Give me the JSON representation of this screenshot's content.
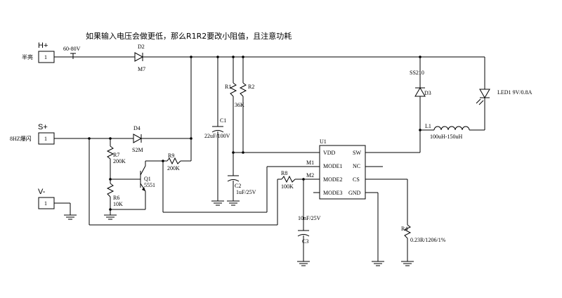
{
  "note": "如果输入电压会做更低，那么R1R2要改小阻值，且注意功耗",
  "connectors": {
    "hplus": {
      "label": "H+",
      "side_label": "半亮",
      "pin": "1"
    },
    "splus": {
      "label": "S+",
      "side_label": "8HZ爆闪",
      "pin": "1"
    },
    "vminus": {
      "label": "V-",
      "pin": "1"
    }
  },
  "input_voltage": "60-80V",
  "d2": {
    "ref": "D2",
    "part": "M7"
  },
  "d4": {
    "ref": "D4",
    "part": "S2M"
  },
  "r7": {
    "ref": "R7",
    "value": "200K"
  },
  "r6": {
    "ref": "R6",
    "value": "10K"
  },
  "q1": {
    "ref": "Q1",
    "part": "5551"
  },
  "r9": {
    "ref": "R9",
    "value": "200K"
  },
  "c1": {
    "ref": "C1",
    "value": "22uF/100V"
  },
  "r1": {
    "ref": "R1"
  },
  "r2": {
    "ref": "R2",
    "value": "36K"
  },
  "c2": {
    "ref": "C2",
    "value": "1uF/25V"
  },
  "r8": {
    "ref": "R8",
    "value": "100K"
  },
  "c3": {
    "ref": "C3",
    "value": "10nF/25V"
  },
  "m1": "M1",
  "m2": "M2",
  "u1": {
    "ref": "U1",
    "pins": [
      "VDD",
      "MODE1",
      "MODE2",
      "MODE3",
      "SW",
      "NC",
      "CS",
      "GND"
    ]
  },
  "d3": {
    "ref": "D3",
    "part": "SS210"
  },
  "l1": {
    "ref": "L1",
    "value": "100uH-150uH"
  },
  "led1": {
    "ref": "LED1",
    "value": "9V/0.8A"
  },
  "r4": {
    "ref": "R4",
    "value": "0.23R/1206/1%"
  }
}
